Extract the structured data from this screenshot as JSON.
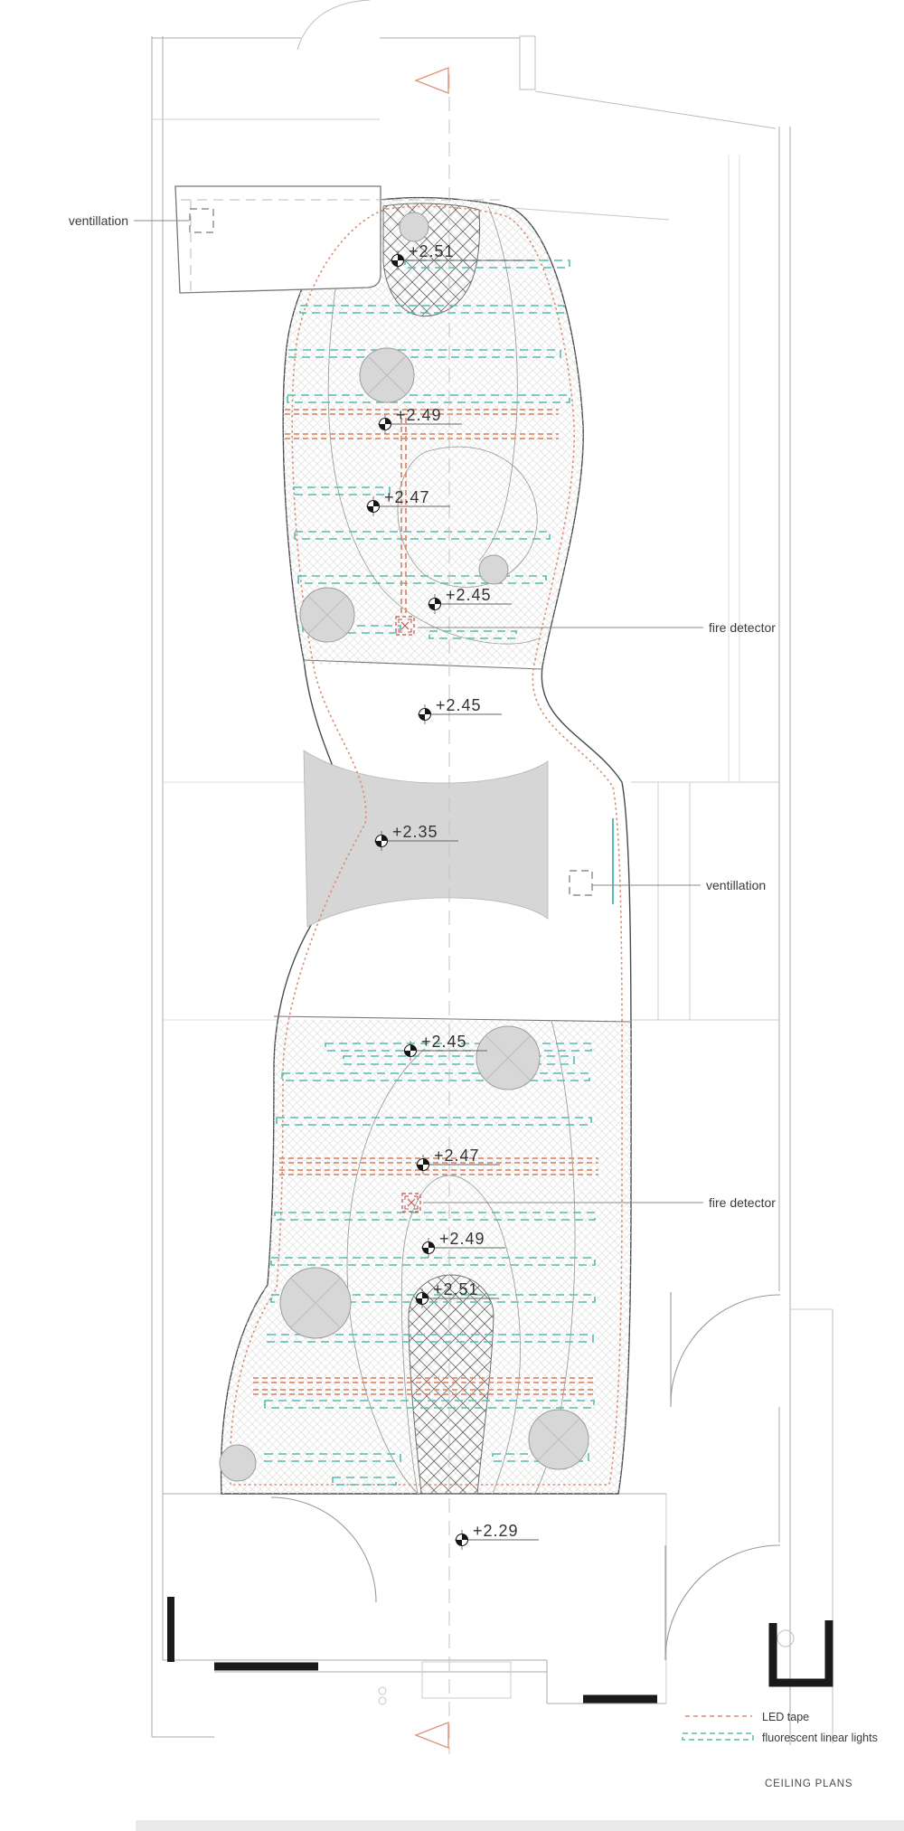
{
  "drawing_title": "CEILING PLANS",
  "labels": {
    "ventilation_left": "ventillation",
    "fire_detector_top": "fire detector",
    "ventilation_right": "ventillation",
    "fire_detector_bottom": "fire detector"
  },
  "levels": [
    {
      "value": "+2.51"
    },
    {
      "value": "+2.49"
    },
    {
      "value": "+2.47"
    },
    {
      "value": "+2.45"
    },
    {
      "value": "+2.45"
    },
    {
      "value": "+2.35"
    },
    {
      "value": "+2.45"
    },
    {
      "value": "+2.47"
    },
    {
      "value": "+2.49"
    },
    {
      "value": "+2.51"
    },
    {
      "value": "+2.29"
    }
  ],
  "legend": {
    "items": [
      {
        "symbol": "led-tape-dashed-line",
        "label": "LED tape",
        "color": "#d98e72"
      },
      {
        "symbol": "fluorescent-dashed-line",
        "label": "fluorescent linear lights",
        "color": "#54bcb1"
      }
    ]
  },
  "colors": {
    "led_tape": "#d98e72",
    "fluorescent_light": "#54bcb1",
    "fire_detector": "#c0504a",
    "wall": "#4a4a4a",
    "light_wall": "#a9a9a9",
    "gray_fill": "#d6d6d6"
  }
}
